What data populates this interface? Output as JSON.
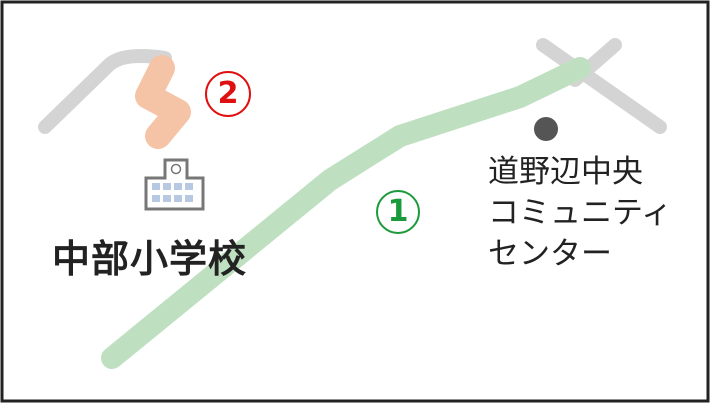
{
  "school_label": "中部小学校",
  "center_label": [
    "道野辺中央",
    "コミュニティ",
    "センター"
  ],
  "route_markers": [
    {
      "label": "①",
      "color": "#1a9a3a"
    },
    {
      "label": "②",
      "color": "#e01010"
    }
  ],
  "colors": {
    "route1": "#bfe0c0",
    "route2": "#f5c4a6",
    "road": "#d4d4d4",
    "border": "#222222"
  },
  "icons": [
    "school-icon",
    "facility-dot-icon"
  ]
}
